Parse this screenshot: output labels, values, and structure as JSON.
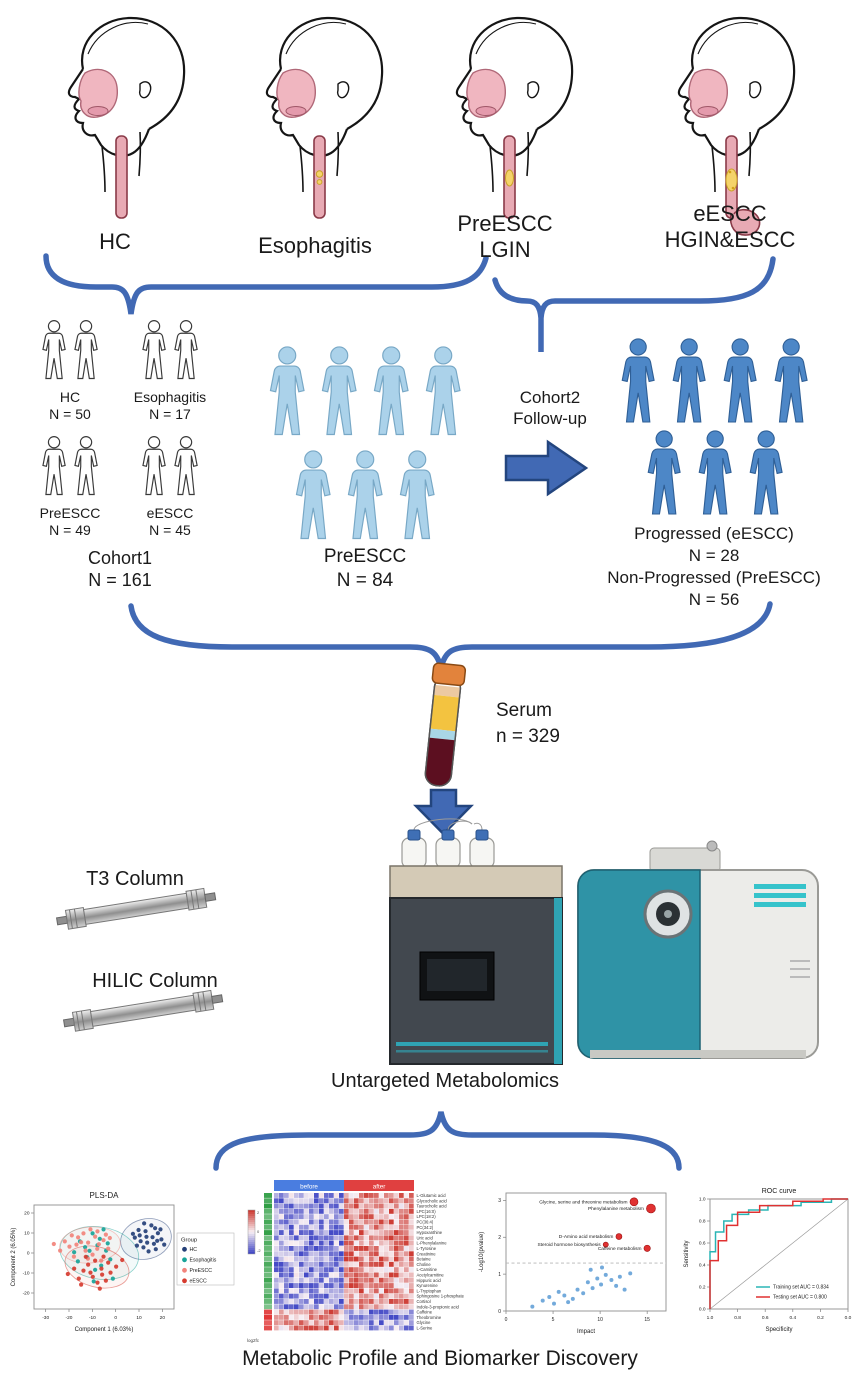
{
  "stages": {
    "hc": {
      "l1": "HC"
    },
    "esophagitis": {
      "l1": "Esophagitis"
    },
    "preescc": {
      "l1": "PreESCC",
      "l2": "LGIN"
    },
    "eescc": {
      "l1": "eESCC",
      "l2": "HGIN&ESCC"
    }
  },
  "cohort1": {
    "groups": [
      {
        "name": "HC",
        "n": "N = 50"
      },
      {
        "name": "Esophagitis",
        "n": "N = 17"
      },
      {
        "name": "PreESCC",
        "n": "N = 49"
      },
      {
        "name": "eESCC",
        "n": "N = 45"
      }
    ],
    "title": "Cohort1",
    "n": "N = 161"
  },
  "preescc84": {
    "name": "PreESCC",
    "n": "N = 84"
  },
  "cohort2": {
    "l1": "Cohort2",
    "l2": "Follow-up"
  },
  "followup": {
    "l1": "Progressed (eESCC)",
    "l2": "N = 28",
    "l3": "Non-Progressed (PreESCC)",
    "l4": "N = 56"
  },
  "serum": {
    "l1": "Serum",
    "l2": "n = 329"
  },
  "columns": {
    "t3": "T3 Column",
    "hilic": "HILIC Column"
  },
  "captions": {
    "metabolomics": "Untargeted Metabolomics",
    "bottom": "Metabolic Profile and Biomarker Discovery"
  },
  "colors": {
    "accent_blue": "#4169b4",
    "person_light": "#abd2ea",
    "person_medium": "#4d87c7",
    "outline": "#1a1a1a"
  },
  "chart_data": [
    {
      "type": "scatter",
      "title": "PLS-DA",
      "xlabel": "Component 1 (6.03%)",
      "ylabel": "Component 2 (6.05%)",
      "xlim": [
        -35,
        25
      ],
      "ylim": [
        -28,
        24
      ],
      "xticks": [
        -30,
        -20,
        -10,
        0,
        10,
        20
      ],
      "yticks": [
        -20,
        -10,
        0,
        10,
        20
      ],
      "legend_title": "Group",
      "series": [
        {
          "name": "HC",
          "color": "#243f77",
          "ellipse": {
            "cx": 13,
            "cy": 7,
            "rx": 11,
            "ry": 10,
            "rot": -15
          },
          "points": [
            [
              13.2,
              8.1
            ],
            [
              9.8,
              11.5
            ],
            [
              16.4,
              4.6
            ],
            [
              18.1,
              9.9
            ],
            [
              11.9,
              2.8
            ],
            [
              8.2,
              7.7
            ],
            [
              15.3,
              13.8
            ],
            [
              19.6,
              6.8
            ],
            [
              10.7,
              5.9
            ],
            [
              17.2,
              1.9
            ],
            [
              12.8,
              10.9
            ],
            [
              9.1,
              3.7
            ],
            [
              19.2,
              11.8
            ],
            [
              15.8,
              7.9
            ],
            [
              12.2,
              14.8
            ],
            [
              7.4,
              9.6
            ],
            [
              20.8,
              4.2
            ],
            [
              14.1,
              0.8
            ],
            [
              10.3,
              8.8
            ],
            [
              17.8,
              6.1
            ],
            [
              13.5,
              5.2
            ],
            [
              16.9,
              12.4
            ]
          ]
        },
        {
          "name": "Esophagitis",
          "color": "#17a398",
          "ellipse": {
            "cx": -7,
            "cy": 0,
            "rx": 17,
            "ry": 13,
            "rot": 10
          },
          "points": [
            [
              -7.8,
              3.9
            ],
            [
              -12.2,
              -2.1
            ],
            [
              -4.1,
              1.2
            ],
            [
              -15.3,
              5.8
            ],
            [
              -6.2,
              -6.3
            ],
            [
              -9.9,
              9.8
            ],
            [
              -2.3,
              -3.2
            ],
            [
              -17.8,
              0.4
            ],
            [
              -6.8,
              7.1
            ],
            [
              -13.1,
              2.9
            ],
            [
              -5.2,
              11.8
            ],
            [
              -8.8,
              -8.4
            ],
            [
              -16.2,
              -4.2
            ],
            [
              -3.4,
              4.8
            ],
            [
              -11.2,
              1.1
            ],
            [
              -1.2,
              -12.8
            ],
            [
              -9.4,
              -14.2
            ]
          ]
        },
        {
          "name": "PreESCC",
          "color": "#f2837b",
          "ellipse": {
            "cx": -11,
            "cy": 4,
            "rx": 13,
            "ry": 9,
            "rot": -5
          },
          "points": [
            [
              -11.8,
              5.2
            ],
            [
              -7.9,
              2.1
            ],
            [
              -16.1,
              7.8
            ],
            [
              -5.2,
              6.4
            ],
            [
              -19.8,
              3.2
            ],
            [
              -9.9,
              -0.8
            ],
            [
              -13.8,
              9.8
            ],
            [
              -7.2,
              4.4
            ],
            [
              -17.9,
              -1.8
            ],
            [
              -4.2,
              9.2
            ],
            [
              -21.8,
              5.8
            ],
            [
              -8.8,
              8.2
            ],
            [
              -12.9,
              1.2
            ],
            [
              -6.2,
              -3.8
            ],
            [
              -14.8,
              5.4
            ],
            [
              -10.8,
              11.8
            ],
            [
              -18.8,
              8.8
            ],
            [
              -3.2,
              2.2
            ],
            [
              -16.8,
              4.2
            ],
            [
              -7.8,
              10.8
            ],
            [
              -23.8,
              1.2
            ],
            [
              -11.9,
              -2.8
            ],
            [
              -26.5,
              4.5
            ],
            [
              -2.5,
              7.5
            ]
          ]
        },
        {
          "name": "eESCC",
          "color": "#d63b2f",
          "ellipse": {
            "cx": -8,
            "cy": -7,
            "rx": 14,
            "ry": 10,
            "rot": 15
          },
          "points": [
            [
              -6.1,
              -7.8
            ],
            [
              -9.8,
              -11.9
            ],
            [
              -3.2,
              -4.8
            ],
            [
              -13.8,
              -8.8
            ],
            [
              -7.8,
              -14.8
            ],
            [
              -5.2,
              -1.8
            ],
            [
              -11.8,
              -5.8
            ],
            [
              -15.8,
              -12.8
            ],
            [
              -2.2,
              -9.8
            ],
            [
              -8.8,
              -3.8
            ],
            [
              -6.8,
              -17.8
            ],
            [
              -12.8,
              -1.9
            ],
            [
              -4.2,
              -13.8
            ],
            [
              -17.8,
              -7.8
            ],
            [
              -10.8,
              -9.8
            ],
            [
              0.2,
              -6.8
            ],
            [
              -14.8,
              -15.8
            ],
            [
              -5.8,
              -10.8
            ],
            [
              2.8,
              -3.5
            ],
            [
              -20.5,
              -10.5
            ]
          ]
        }
      ]
    },
    {
      "type": "heatmap",
      "col_groups": [
        {
          "label": "before",
          "color": "#4a7de0"
        },
        {
          "label": "after",
          "color": "#e04040"
        }
      ],
      "cols_per_group": 14,
      "seed": 7,
      "fc_label": "log2fc",
      "scale_ticks": [
        "2",
        "0",
        "-2"
      ],
      "rows": [
        {
          "name": "L-Glutamic acid",
          "fc": -1.8
        },
        {
          "name": "Glycocholic acid",
          "fc": -1.5
        },
        {
          "name": "Taurocholic acid",
          "fc": -2.1
        },
        {
          "name": "LPC(16:0)",
          "fc": -1.2
        },
        {
          "name": "LPC(18:2)",
          "fc": -0.9
        },
        {
          "name": "PC(36:4)",
          "fc": -1.6
        },
        {
          "name": "PC(34:2)",
          "fc": -1.1
        },
        {
          "name": "Hypoxanthine",
          "fc": -1.9
        },
        {
          "name": "Uric acid",
          "fc": -0.8
        },
        {
          "name": "L-Phenylalanine",
          "fc": -1.4
        },
        {
          "name": "L-Tyrosine",
          "fc": -1.0
        },
        {
          "name": "Creatinine",
          "fc": -1.3
        },
        {
          "name": "Betaine",
          "fc": -0.7
        },
        {
          "name": "Choline",
          "fc": -1.5
        },
        {
          "name": "L-Carnitine",
          "fc": -1.1
        },
        {
          "name": "Acetylcarnitine",
          "fc": -0.9
        },
        {
          "name": "Hippuric acid",
          "fc": -1.7
        },
        {
          "name": "Kynurenine",
          "fc": -1.2
        },
        {
          "name": "L-Tryptophan",
          "fc": -0.8
        },
        {
          "name": "Sphingosine 1-phosphate",
          "fc": -1.4
        },
        {
          "name": "Cortisol",
          "fc": -1.0
        },
        {
          "name": "Indole-3-propionic acid",
          "fc": -0.6
        },
        {
          "name": "Caffeine",
          "fc": 1.6
        },
        {
          "name": "Theobromine",
          "fc": 1.9
        },
        {
          "name": "Glycine",
          "fc": 1.2
        },
        {
          "name": "L-Serine",
          "fc": 1.5
        }
      ]
    },
    {
      "type": "scatter",
      "xlabel": "Impact",
      "ylabel": "-Log10(pvalue)",
      "xlim": [
        0,
        17
      ],
      "ylim": [
        0,
        3.2
      ],
      "xticks": [
        0,
        5,
        10,
        15
      ],
      "yticks": [
        0,
        1,
        2,
        3
      ],
      "threshold": 1.3,
      "points_blue": [
        [
          2.8,
          0.12
        ],
        [
          3.9,
          0.28
        ],
        [
          5.1,
          0.2
        ],
        [
          6.2,
          0.42
        ],
        [
          7.1,
          0.33
        ],
        [
          7.6,
          0.58
        ],
        [
          8.2,
          0.48
        ],
        [
          8.7,
          0.78
        ],
        [
          9.2,
          0.62
        ],
        [
          9.7,
          0.88
        ],
        [
          10.1,
          0.72
        ],
        [
          10.6,
          0.98
        ],
        [
          11.2,
          0.84
        ],
        [
          12.1,
          0.93
        ],
        [
          6.6,
          0.24
        ],
        [
          5.6,
          0.52
        ],
        [
          11.7,
          0.68
        ],
        [
          13.2,
          1.02
        ],
        [
          4.6,
          0.38
        ],
        [
          12.6,
          0.58
        ],
        [
          9.0,
          1.12
        ],
        [
          10.2,
          1.18
        ]
      ],
      "points_red": [
        {
          "label": "Glycine, serine and threonine metabolism",
          "x": 13.6,
          "y": 2.96,
          "r": 4
        },
        {
          "label": "Phenylalanine metabolism",
          "x": 15.4,
          "y": 2.78,
          "r": 4.5
        },
        {
          "label": "D-Amino acid metabolism",
          "x": 12.0,
          "y": 2.02,
          "r": 3
        },
        {
          "label": "Steroid hormone biosynthesis",
          "x": 10.6,
          "y": 1.8,
          "r": 2.6
        },
        {
          "label": "Caffeine metabolism",
          "x": 15.0,
          "y": 1.7,
          "r": 3.2
        }
      ]
    },
    {
      "type": "line",
      "title": "ROC curve",
      "xlabel": "Specificity",
      "ylabel": "Sensitivity",
      "xticks": [
        "1.0",
        "0.8",
        "0.6",
        "0.4",
        "0.2",
        "0.0"
      ],
      "yticks": [
        "0.0",
        "0.2",
        "0.4",
        "0.6",
        "0.8",
        "1.0"
      ],
      "series": [
        {
          "name": "Training set  AUC = 0.834",
          "color": "#2ab5b5",
          "points": [
            [
              1,
              0
            ],
            [
              1,
              0.52
            ],
            [
              0.96,
              0.52
            ],
            [
              0.96,
              0.7
            ],
            [
              0.9,
              0.7
            ],
            [
              0.9,
              0.8
            ],
            [
              0.84,
              0.8
            ],
            [
              0.84,
              0.86
            ],
            [
              0.72,
              0.86
            ],
            [
              0.72,
              0.9
            ],
            [
              0.58,
              0.9
            ],
            [
              0.58,
              0.94
            ],
            [
              0.34,
              0.94
            ],
            [
              0.34,
              0.97
            ],
            [
              0.12,
              0.97
            ],
            [
              0.12,
              1
            ],
            [
              0,
              1
            ]
          ]
        },
        {
          "name": "Testing set  AUC = 0.800",
          "color": "#e03131",
          "points": [
            [
              1,
              0
            ],
            [
              1,
              0.44
            ],
            [
              0.94,
              0.44
            ],
            [
              0.94,
              0.62
            ],
            [
              0.88,
              0.62
            ],
            [
              0.88,
              0.76
            ],
            [
              0.8,
              0.76
            ],
            [
              0.8,
              0.88
            ],
            [
              0.64,
              0.88
            ],
            [
              0.64,
              0.94
            ],
            [
              0.4,
              0.94
            ],
            [
              0.4,
              0.98
            ],
            [
              0.18,
              0.98
            ],
            [
              0.18,
              1
            ],
            [
              0,
              1
            ]
          ]
        }
      ]
    }
  ]
}
